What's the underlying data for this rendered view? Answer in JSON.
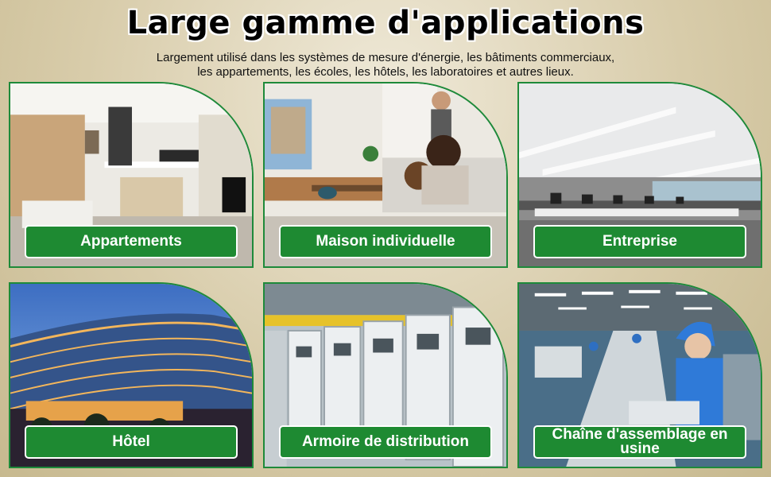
{
  "header": {
    "title": "Large gamme d'applications",
    "subtitle_line1": "Largement utilisé dans les systèmes de mesure d'énergie, les bâtiments commerciaux,",
    "subtitle_line2": "les appartements, les écoles, les hôtels, les laboratoires et autres lieux."
  },
  "cards": [
    {
      "label": "Appartements",
      "image": "apartment-interior"
    },
    {
      "label": "Maison individuelle",
      "image": "family-living-room"
    },
    {
      "label": "Entreprise",
      "image": "open-office"
    },
    {
      "label": "Hôtel",
      "image": "hotel-building-dusk"
    },
    {
      "label": "Armoire de distribution",
      "image": "switchgear-cabinets"
    },
    {
      "label": "Chaîne d'assemblage en usine",
      "image": "factory-assembly-line"
    }
  ],
  "colors": {
    "accent": "#1e8a32",
    "label_text": "#ffffff"
  }
}
